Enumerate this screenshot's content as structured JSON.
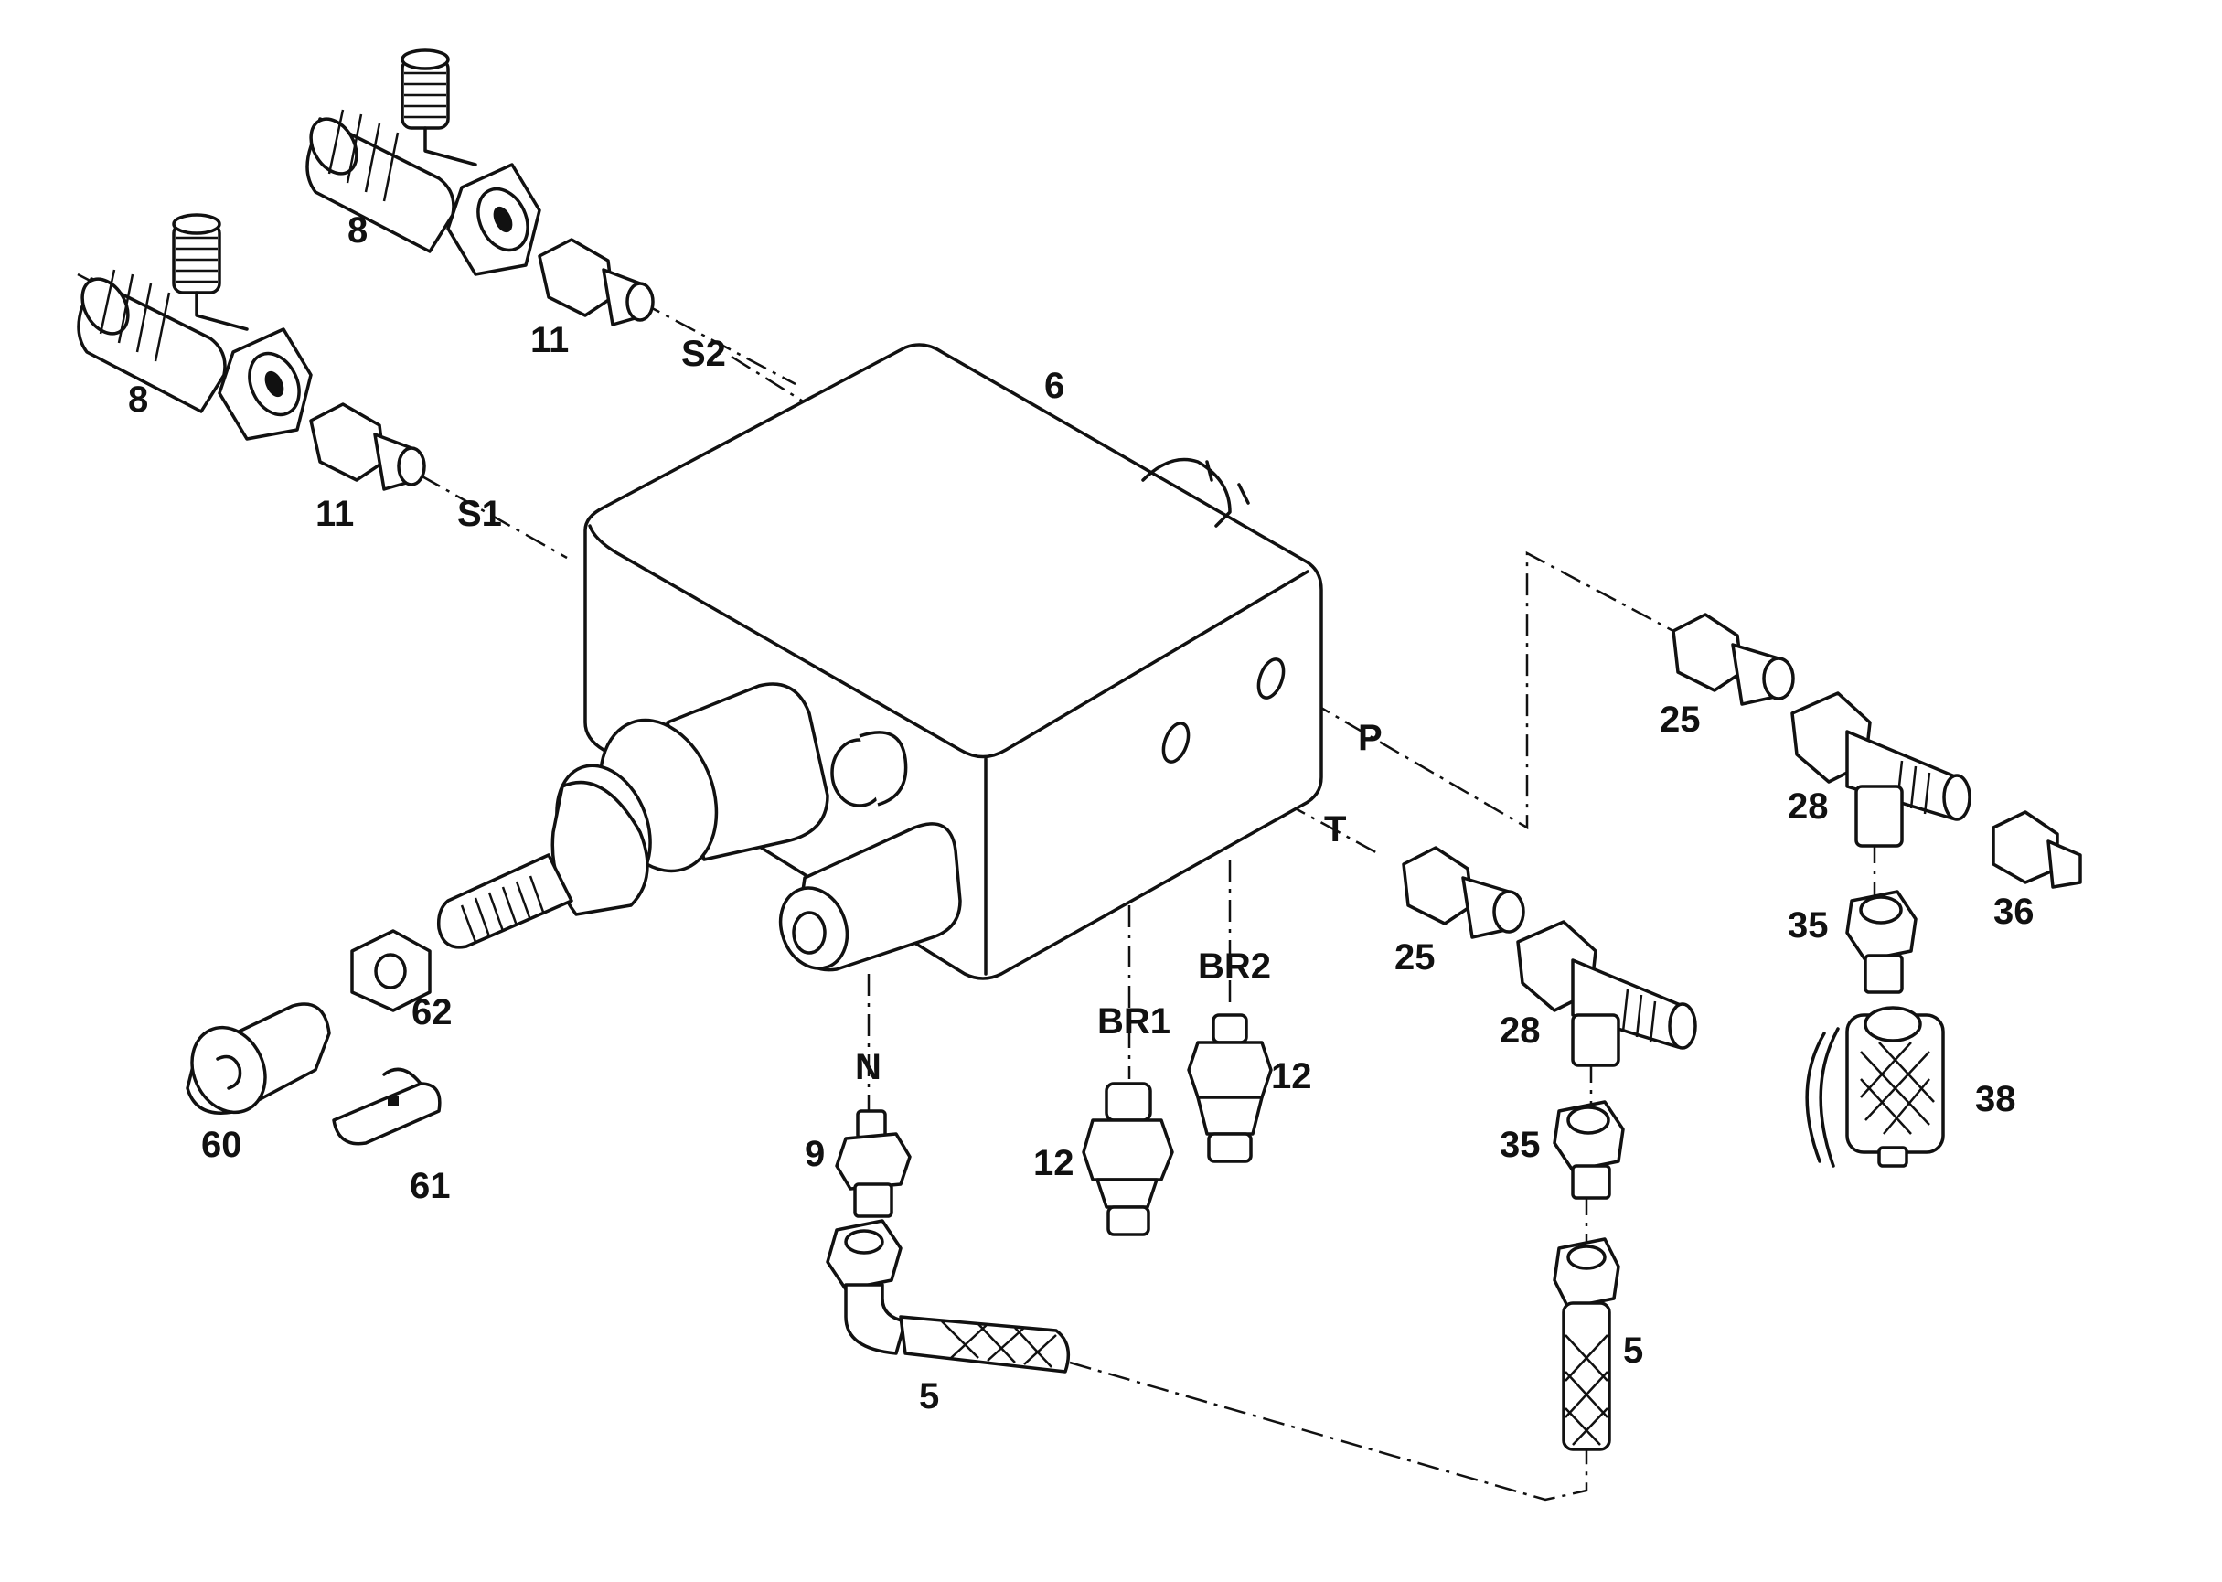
{
  "callouts": {
    "c_8a": "8",
    "c_8b": "8",
    "c_11a": "11",
    "c_11b": "11",
    "c_s2": "S2",
    "c_s1": "S1",
    "c_6": "6",
    "c_p": "P",
    "c_t": "T",
    "c_n": "N",
    "c_25a": "25",
    "c_25b": "25",
    "c_28a": "28",
    "c_28b": "28",
    "c_35a": "35",
    "c_35b": "35",
    "c_36": "36",
    "c_38": "38",
    "c_br1": "BR1",
    "c_br2": "BR2",
    "c_12a": "12",
    "c_12b": "12",
    "c_9": "9",
    "c_5a": "5",
    "c_5b": "5",
    "c_60": "60",
    "c_61": "61",
    "c_62": "62"
  }
}
